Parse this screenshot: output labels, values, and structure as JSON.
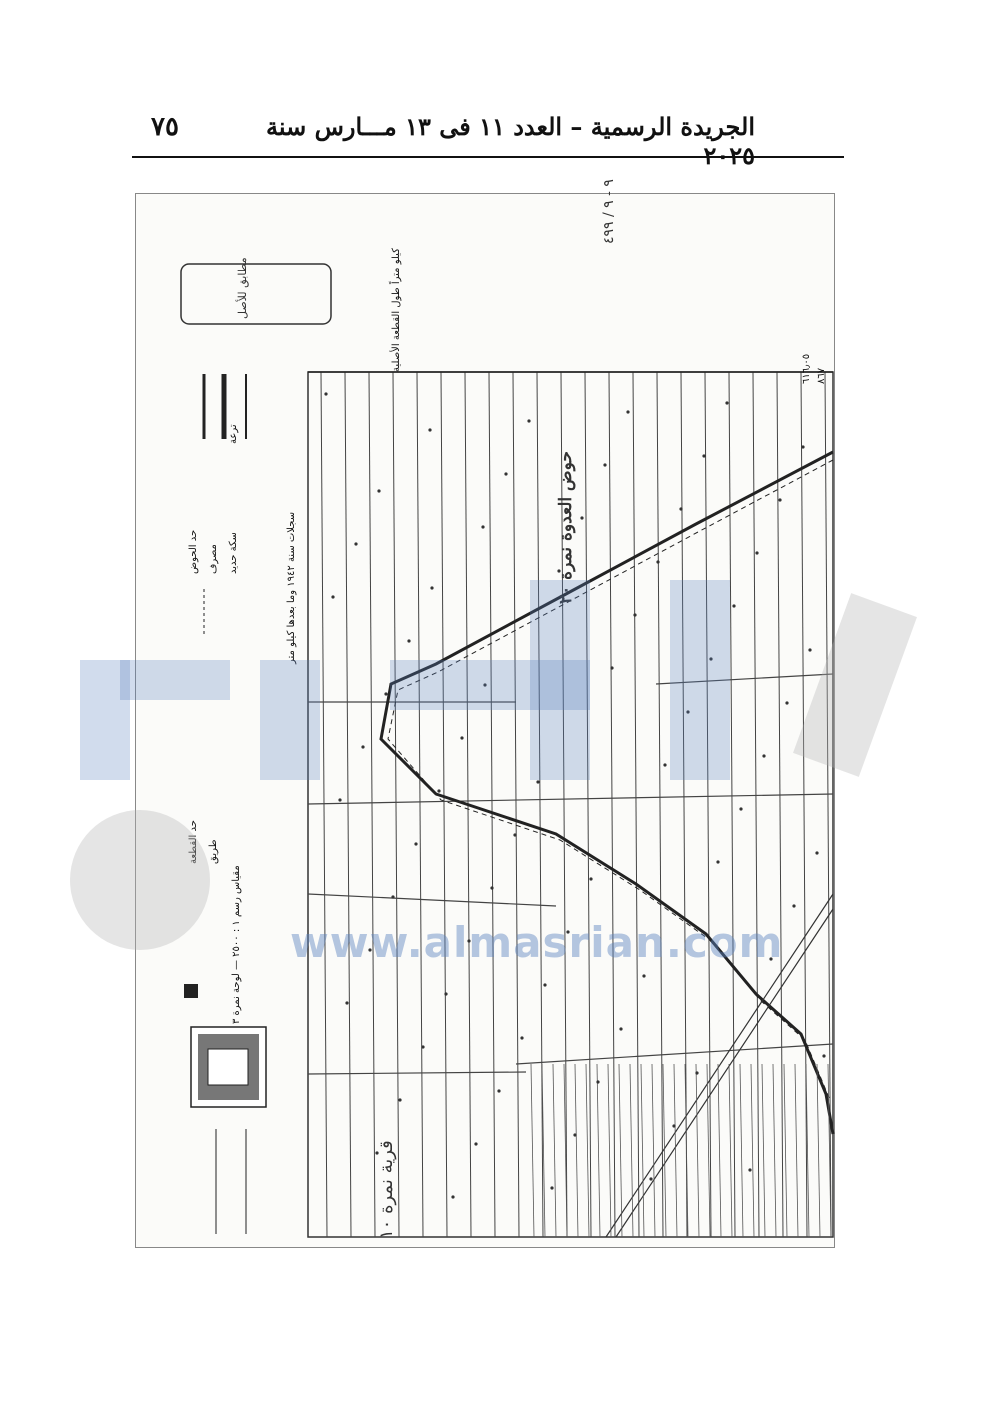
{
  "header": {
    "page_number": "٧٥",
    "title": "الجريدة الرسمية – العدد ١١ فى ١٣ مـــارس سنة ٢٠٢٥"
  },
  "map": {
    "basin_name": "حوض العدوة نمرة ٢٠",
    "top_right_notes": "٩ - ٩ / ٤٩٩",
    "corner_number_a": "٨٦٧",
    "corner_number_b": "٦١٦٫٠٥",
    "side_caption_top": "كيلو متراً طول القطعة الأصلية",
    "side_caption_bottom": "سجلات سنة ١٩٤٢ وما بعدها كيلو متر",
    "legend_main": "مقياس رسم ١ : ٢٥٠٠ — لوحة نمرة ٣",
    "legend_items": [
      "سكة حديد",
      "ترعة",
      "مصرف",
      "طريق",
      "حد الحوض",
      "حد القطعة"
    ],
    "bottom_label": "قرية نمرة ١٠",
    "stamp_text": "مطابق للأصل"
  },
  "watermark": {
    "url": "www.almasrian.com"
  },
  "colors": {
    "watermark_blue": "#5a82be",
    "watermark_grey": "#b4b4b4"
  }
}
